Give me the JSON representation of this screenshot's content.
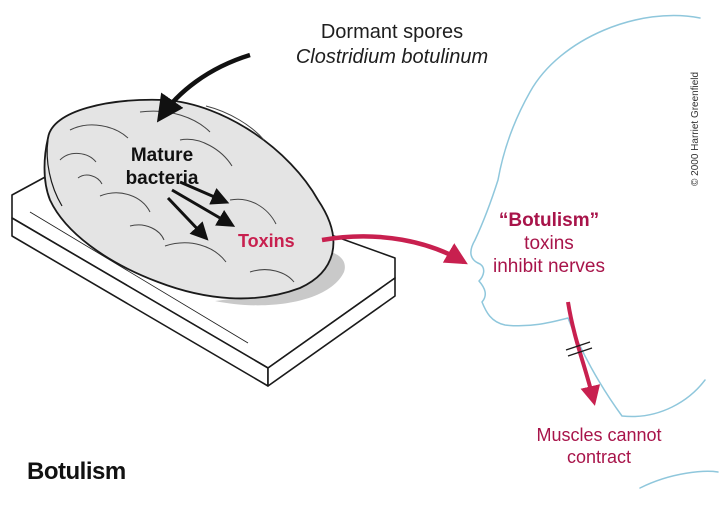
{
  "labels": {
    "spores_line1": "Dormant spores",
    "spores_line2": "Clostridium botulinum",
    "mature_line1": "Mature",
    "mature_line2": "bacteria",
    "toxins": "Toxins",
    "botulism_quote": "“Botulism”",
    "toxins_word": "toxins",
    "inhibit": "inhibit nerves",
    "muscles_line1": "Muscles cannot",
    "muscles_line2": "contract"
  },
  "title": "Botulism",
  "copyright": "© 2000 Harriet Greenfield",
  "colors": {
    "accent": "#c8204f",
    "outline_blue": "#8fc7dc",
    "ink": "#1a1a1a",
    "meat_fill": "#e4e4e4",
    "shadow": "#c9c9c9"
  }
}
